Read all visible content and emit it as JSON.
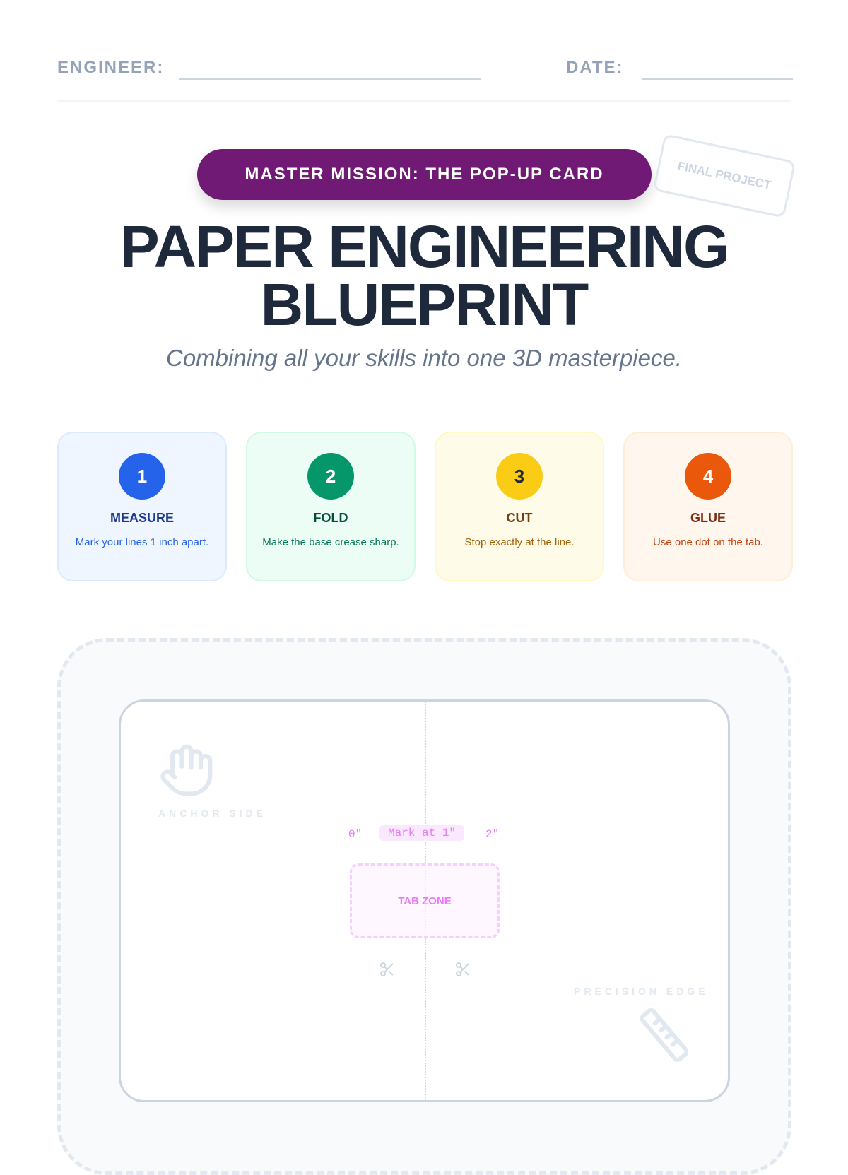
{
  "header": {
    "engineer_label": "ENGINEER:",
    "date_label": "DATE:"
  },
  "mission_pill": "MASTER MISSION: THE POP-UP CARD",
  "stamp": "FINAL PROJECT",
  "title_line1": "PAPER ENGINEERING",
  "title_line2": "BLUEPRINT",
  "subtitle": "Combining all your skills into one 3D masterpiece.",
  "steps": [
    {
      "number": "1",
      "title": "MEASURE",
      "desc": "Mark your lines 1 inch apart.",
      "color": "#2563eb"
    },
    {
      "number": "2",
      "title": "FOLD",
      "desc": "Make the base crease sharp.",
      "color": "#059669"
    },
    {
      "number": "3",
      "title": "CUT",
      "desc": "Stop exactly at the line.",
      "color": "#facc15"
    },
    {
      "number": "4",
      "title": "GLUE",
      "desc": "Use one dot on the tab.",
      "color": "#ea580c"
    }
  ],
  "blueprint": {
    "anchor_label": "ANCHOR SIDE",
    "precision_label": "PRECISION EDGE",
    "ruler_start": "0\"",
    "ruler_mark": "Mark at 1\"",
    "ruler_end": "2\"",
    "tab_zone": "TAB ZONE"
  }
}
